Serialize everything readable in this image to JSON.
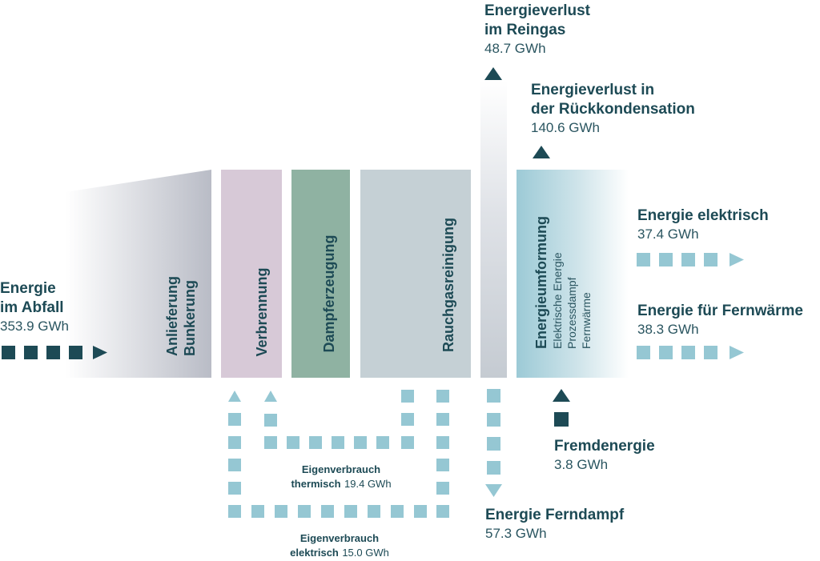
{
  "colors": {
    "dark": "#1d4a55",
    "light": "#95c7d3",
    "verbrennung": "#d7c9d7",
    "dampf": "#8fb2a2",
    "rauchgas": "#c5d0d5",
    "reingas": "#c5cbd2"
  },
  "inputs": {
    "abfall": {
      "title_line1": "Energie",
      "title_line2": "im Abfall",
      "value": "353.9 GWh"
    },
    "fremd": {
      "title": "Fremdenergie",
      "value": "3.8 GWh"
    }
  },
  "stages": {
    "anlieferung": {
      "line1": "Anlieferung",
      "line2": "Bunkerung"
    },
    "verbrennung": {
      "label": "Verbrennung"
    },
    "dampf": {
      "label": "Dampferzeugung"
    },
    "rauchgas": {
      "label": "Rauchgasreinigung"
    },
    "umformung": {
      "title": "Energieumformung",
      "sub1": "Elektrische Energie",
      "sub2": "Prozessdampf",
      "sub3": "Fernwärme"
    }
  },
  "outputs": {
    "reingas": {
      "line1": "Energieverlust",
      "line2": "im Reingas",
      "value": "48.7 GWh"
    },
    "rueck": {
      "line1": "Energieverlust in",
      "line2": "der Rückkondensation",
      "value": "140.6 GWh"
    },
    "elektrisch": {
      "title": "Energie elektrisch",
      "value": "37.4 GWh"
    },
    "fernwaerme": {
      "title": "Energie für Fernwärme",
      "value": "38.3 GWh"
    },
    "ferndampf": {
      "title": "Energie Ferndampf",
      "value": "57.3 GWh"
    }
  },
  "eigenverbrauch": {
    "thermisch": {
      "line1": "Eigenverbrauch",
      "line2_bold": "thermisch",
      "value": "19.4 GWh"
    },
    "elektrisch": {
      "line1": "Eigenverbrauch",
      "line2_bold": "elektrisch",
      "value": "15.0 GWh"
    }
  }
}
